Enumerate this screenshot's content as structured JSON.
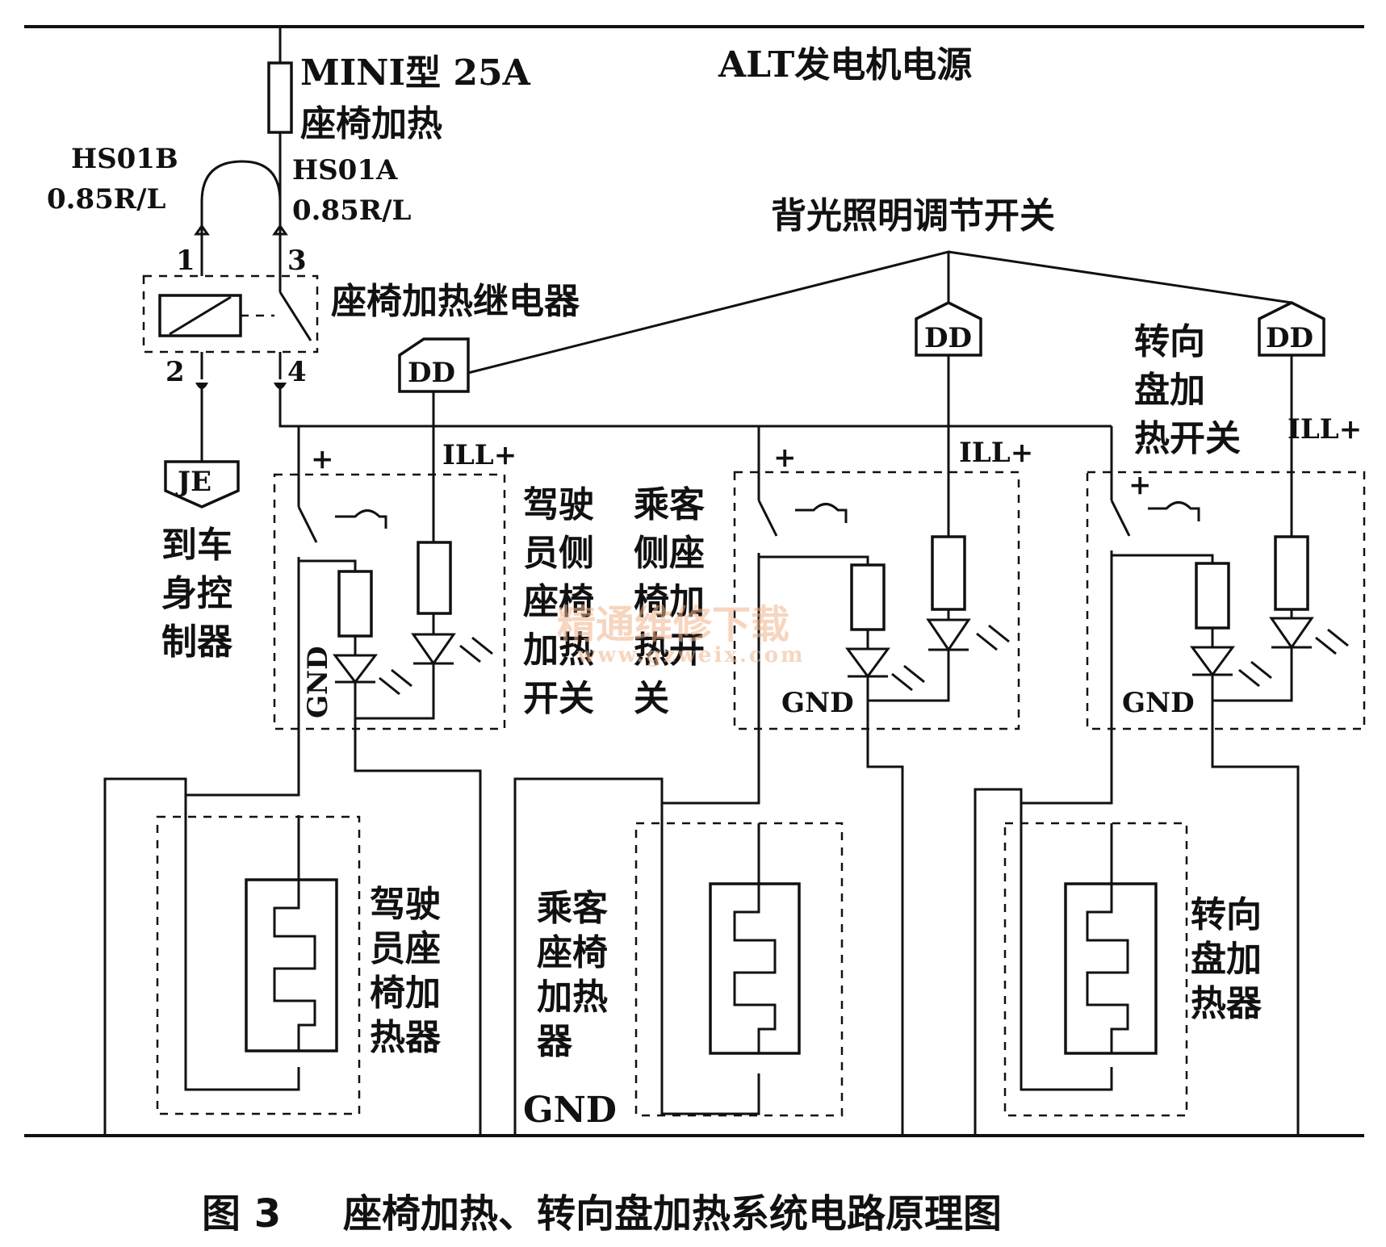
{
  "power": {
    "label": "ALT发电机电源"
  },
  "fuse": {
    "line1": "MINI型 25A",
    "line2": "座椅加热"
  },
  "wires": {
    "hs01b_name": "HS01B",
    "hs01b_spec": "0.85R/L",
    "hs01a_name": "HS01A",
    "hs01a_spec": "0.85R/L"
  },
  "relay": {
    "label": "座椅加热继电器",
    "pins": [
      "1",
      "2",
      "3",
      "4"
    ]
  },
  "connector_je": {
    "tag": "JE",
    "label": [
      "到车",
      "身控",
      "制器"
    ]
  },
  "backlight": {
    "label": "背光照明调节开关",
    "tag": "DD"
  },
  "pin_labels": {
    "plus": "+",
    "ill": "ILL+",
    "gnd": "GND"
  },
  "switches": [
    {
      "label": [
        "驾驶",
        "员侧",
        "座椅",
        "加热",
        "开关"
      ]
    },
    {
      "label": [
        "乘客",
        "侧座",
        "椅加",
        "热开",
        "关"
      ]
    },
    {
      "label": [
        "转向",
        "盘加",
        "热开关"
      ]
    }
  ],
  "heaters": [
    {
      "label": [
        "驾驶",
        "员座",
        "椅加",
        "热器"
      ]
    },
    {
      "label": [
        "乘客",
        "座椅",
        "加热",
        "器"
      ]
    },
    {
      "label": [
        "转向",
        "盘加",
        "热器"
      ]
    }
  ],
  "ground_label": "GND",
  "watermark": {
    "line1": "精通维修下载",
    "line2": "www.gzweix.com"
  },
  "caption": {
    "number": "图 3",
    "title": "座椅加热、转向盘加热系统电路原理图"
  }
}
